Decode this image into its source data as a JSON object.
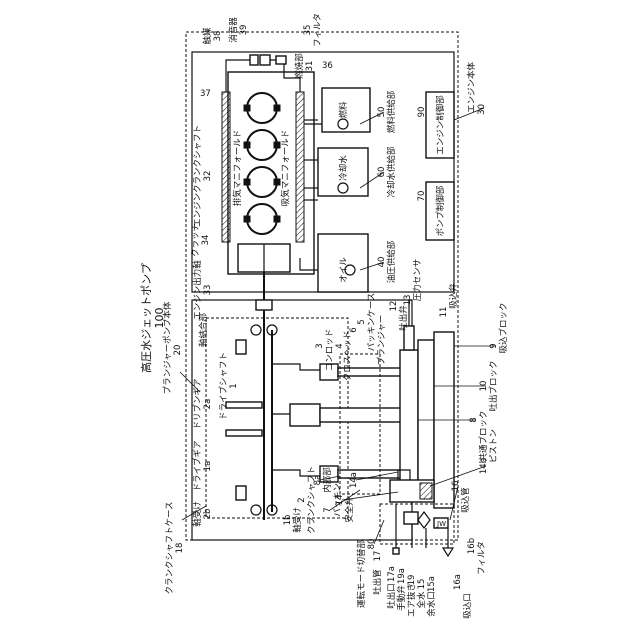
{
  "title": {
    "text": "高圧水ジェットポンプ",
    "number": "100"
  },
  "engine": {
    "body": "エンジン本体",
    "body_num": "30"
  },
  "pump": {
    "body": "プランジャーポンプ本体",
    "body_num": "20"
  },
  "crank_case": {
    "label": "クランクシャフトケース",
    "num": "18"
  },
  "labels": [
    {
      "key": "clutch",
      "text": "クラッチ"
    },
    {
      "key": "clutch_n",
      "text": "34"
    },
    {
      "key": "eshaft",
      "text": "エンジン出力軸"
    },
    {
      "key": "eshaft_n",
      "text": "33"
    },
    {
      "key": "coupling",
      "text": "軸結合部"
    },
    {
      "key": "crankshaft_e",
      "text": "エンジンクランクシャフト"
    },
    {
      "key": "crankshaft_e_n",
      "text": "32"
    },
    {
      "key": "exhaust",
      "text": "排気マニフォールド"
    },
    {
      "key": "intake",
      "text": "吸気マニフォールド"
    },
    {
      "key": "n37",
      "text": "37"
    },
    {
      "key": "n36",
      "text": "36"
    },
    {
      "key": "fuel_part",
      "text": "燃焼部"
    },
    {
      "key": "n31",
      "text": "31"
    },
    {
      "key": "catalyst",
      "text": "触媒"
    },
    {
      "key": "n38",
      "text": "38"
    },
    {
      "key": "muffler",
      "text": "消音器"
    },
    {
      "key": "n39",
      "text": "39"
    },
    {
      "key": "filter_e",
      "text": "フィルタ"
    },
    {
      "key": "n35",
      "text": "35"
    },
    {
      "key": "fuel",
      "text": "燃料"
    },
    {
      "key": "fuel_supply",
      "text": "燃料供給部"
    },
    {
      "key": "n50",
      "text": "50"
    },
    {
      "key": "coolant",
      "text": "冷却水"
    },
    {
      "key": "coolant_supply",
      "text": "冷却水供給部"
    },
    {
      "key": "n60",
      "text": "60"
    },
    {
      "key": "oil",
      "text": "オイル"
    },
    {
      "key": "oil_supply",
      "text": "油圧供給部"
    },
    {
      "key": "n40",
      "text": "40"
    },
    {
      "key": "engine_ctrl",
      "text": "エンジン制御部"
    },
    {
      "key": "n90",
      "text": "90"
    },
    {
      "key": "pump_ctrl",
      "text": "ポンプ制御部"
    },
    {
      "key": "n70",
      "text": "70"
    },
    {
      "key": "drive_gear",
      "text": "ドライブギア"
    },
    {
      "key": "n1a",
      "text": "1a"
    },
    {
      "key": "driven_gear",
      "text": "ドリブンギア"
    },
    {
      "key": "n2a",
      "text": "2a"
    },
    {
      "key": "drive_shaft",
      "text": "ドライブシャフト"
    },
    {
      "key": "n1",
      "text": "1"
    },
    {
      "key": "bearing_2b",
      "text": "軸受け"
    },
    {
      "key": "n2b",
      "text": "2b"
    },
    {
      "key": "bearing_1b",
      "text": "軸受け"
    },
    {
      "key": "n1b",
      "text": "1b"
    },
    {
      "key": "crankshaft",
      "text": "クランクシャフト"
    },
    {
      "key": "n2",
      "text": "2"
    },
    {
      "key": "conrod",
      "text": "コンロッド"
    },
    {
      "key": "n3",
      "text": "3"
    },
    {
      "key": "crosshead",
      "text": "クロスヘッド"
    },
    {
      "key": "n4",
      "text": "4"
    },
    {
      "key": "packing_case",
      "text": "パッキンケース"
    },
    {
      "key": "n5",
      "text": "5"
    },
    {
      "key": "plunger",
      "text": "プランジャー"
    },
    {
      "key": "n6",
      "text": "6"
    },
    {
      "key": "pressure_sensor",
      "text": "圧力センサ"
    },
    {
      "key": "n13",
      "text": "13"
    },
    {
      "key": "discharge_valve",
      "text": "吐出弁"
    },
    {
      "key": "n12",
      "text": "12"
    },
    {
      "key": "suction_valve",
      "text": "吸込弁"
    },
    {
      "key": "n11",
      "text": "11"
    },
    {
      "key": "suction_block",
      "text": "吸込ブロック"
    },
    {
      "key": "n9",
      "text": "9"
    },
    {
      "key": "discharge_block",
      "text": "吐出ブロック"
    },
    {
      "key": "n10",
      "text": "10"
    },
    {
      "key": "common_block",
      "text": "共通ブロック"
    },
    {
      "key": "n8",
      "text": "8"
    },
    {
      "key": "piston",
      "text": "ピストン"
    },
    {
      "key": "n14b",
      "text": "14b"
    },
    {
      "key": "inner",
      "text": "内部部"
    },
    {
      "key": "n8a",
      "text": "8a"
    },
    {
      "key": "packing",
      "text": "パッキン"
    },
    {
      "key": "n7",
      "text": "7"
    },
    {
      "key": "n14a",
      "text": "14a"
    },
    {
      "key": "safety_valve",
      "text": "安全弁"
    },
    {
      "key": "n14",
      "text": "14"
    },
    {
      "key": "suction_pipe",
      "text": "吸込管"
    },
    {
      "key": "n16",
      "text": "16"
    },
    {
      "key": "mode_switch",
      "text": "運転モード切替部"
    },
    {
      "key": "n80",
      "text": "80"
    },
    {
      "key": "discharge_pipe",
      "text": "吐出管"
    },
    {
      "key": "n17",
      "text": "17"
    },
    {
      "key": "discharge_port",
      "text": "吐出口"
    },
    {
      "key": "n17a",
      "text": "17a"
    },
    {
      "key": "manual_valve",
      "text": "手動弁"
    },
    {
      "key": "n19a",
      "text": "19a"
    },
    {
      "key": "air_vent",
      "text": "エア抜き"
    },
    {
      "key": "n19",
      "text": "19"
    },
    {
      "key": "all_water",
      "text": "全水"
    },
    {
      "key": "n15",
      "text": "15"
    },
    {
      "key": "spare_water",
      "text": "余水口"
    },
    {
      "key": "n15a",
      "text": "15a"
    },
    {
      "key": "suction_port",
      "text": "吸込口"
    },
    {
      "key": "n16a",
      "text": "16a"
    },
    {
      "key": "filter",
      "text": "フィルタ"
    },
    {
      "key": "n16b",
      "text": "16b"
    },
    {
      "key": "jw",
      "text": "JW"
    }
  ]
}
